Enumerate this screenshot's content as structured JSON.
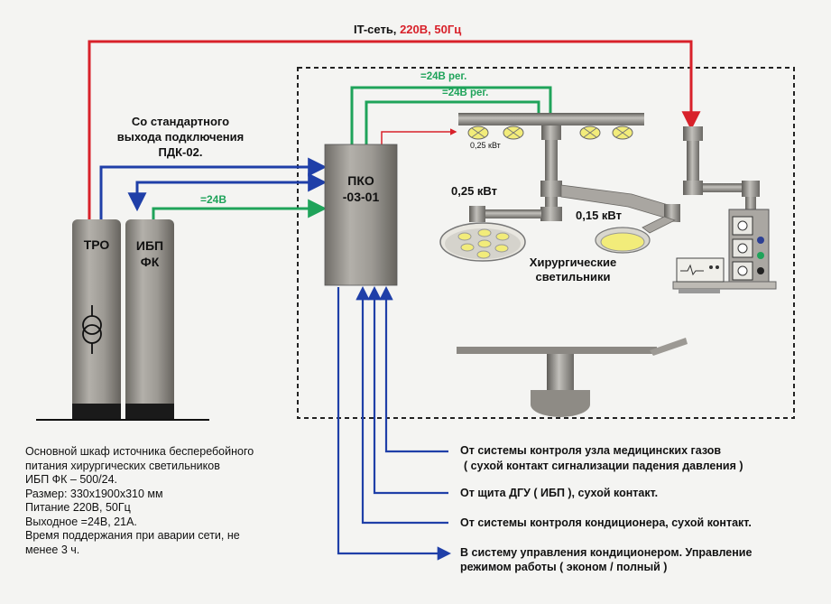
{
  "network": {
    "prefix": "IT-сеть,",
    "voltage": "220В, 50Гц"
  },
  "source_note": [
    "Со стандартного",
    "выхода подключения",
    "ПДК-02."
  ],
  "cabinets": {
    "tro": "ТРО",
    "ibp_line1": "ИБП",
    "ibp_line2": "ФК"
  },
  "pko": {
    "line1": "ПКО",
    "line2": "-03-01"
  },
  "links": {
    "dc1": "=24В рег.",
    "dc2": "=24В рег.",
    "dc3": "=24В"
  },
  "lamps": {
    "small_power": "0,25 кВт",
    "big_power": "0,25 кВт",
    "med_power": "0,15 кВт",
    "caption_line1": "Хирургические",
    "caption_line2": "светильники"
  },
  "inputs": [
    {
      "line1": "От системы контроля узла медицинских газов",
      "line2": "( сухой контакт сигнализации падения давления )"
    },
    {
      "line1": "От щита ДГУ ( ИБП ), сухой контакт.",
      "line2": ""
    },
    {
      "line1": "От системы контроля кондиционера, сухой контакт.",
      "line2": ""
    },
    {
      "line1": "В систему управления кондиционером. Управление",
      "line2": "режимом работы ( эконом / полный )"
    }
  ],
  "description": [
    "Основной шкаф источника бесперебойного",
    "питания хирургических светильников",
    "ИБП ФК – 500/24.",
    "Размер: 330х1900х310 мм",
    "Питание 220В, 50Гц",
    "Выходное =24В, 21А.",
    "Время поддержания при аварии сети, не",
    "менее 3 ч."
  ],
  "colors": {
    "red": "#d8212a",
    "green": "#1fa35a",
    "blue": "#1f3fa8",
    "cabinet": "#8e8b85",
    "lamp": "#f2ec7a"
  }
}
